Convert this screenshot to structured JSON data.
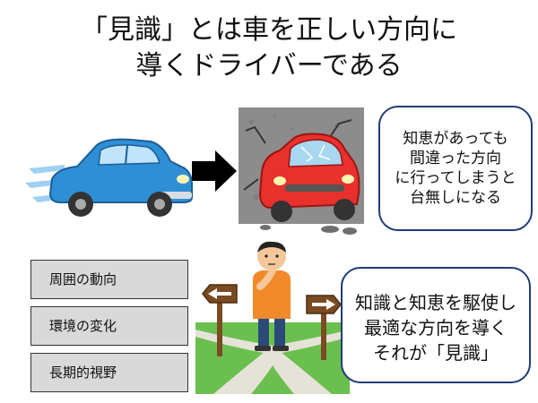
{
  "title": {
    "line1": "「見識」とは車を正しい方向に",
    "line2": "導くドライバーである"
  },
  "bubble_top": {
    "lines": [
      "知恵があっても",
      "間違った方向",
      "に行ってしまうと",
      "台無しになる"
    ]
  },
  "bubble_bottom": {
    "lines": [
      "知識と知恵を駆使し",
      "最適な方向を導く",
      "それが「見識」"
    ]
  },
  "factors": [
    "周囲の動向",
    "環境の変化",
    "長期的視野"
  ],
  "colors": {
    "car_blue": "#2f8fd6",
    "car_red": "#e8302d",
    "wall_gray": "#8c8c8c",
    "bubble_border": "#1f3d7a",
    "box_fill": "#d9d9d9",
    "grass": "#6bbf4e",
    "shirt": "#f08a2a"
  }
}
